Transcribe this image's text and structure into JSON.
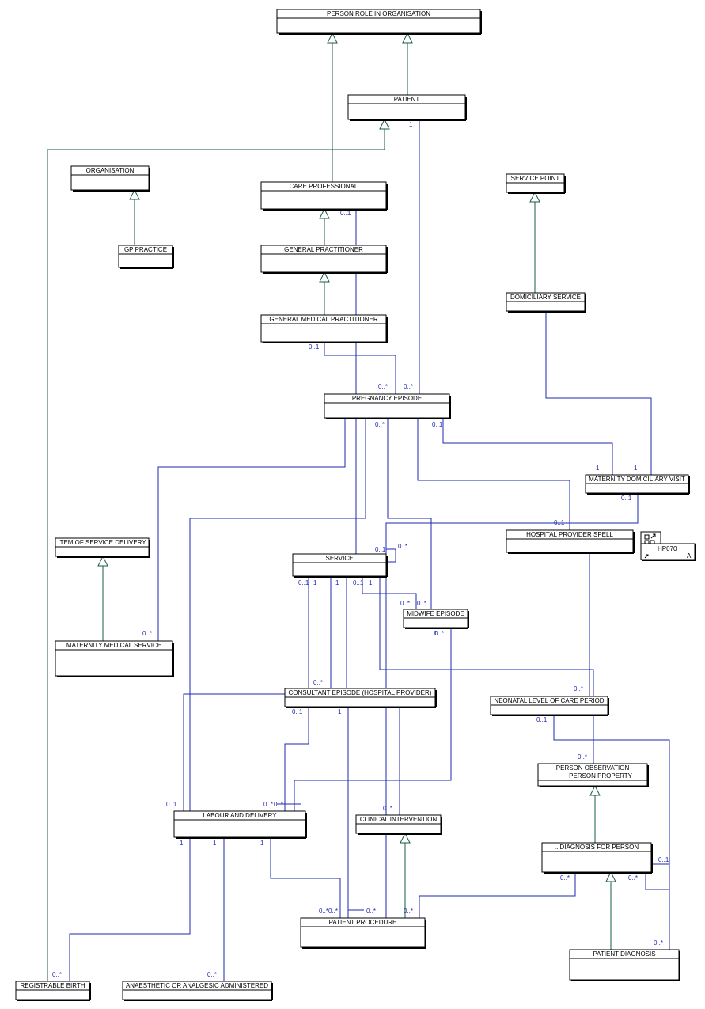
{
  "classes": [
    {
      "id": "person_role",
      "lines": [
        "PERSON ROLE IN ORGANISATION"
      ]
    },
    {
      "id": "patient",
      "lines": [
        "PATIENT"
      ]
    },
    {
      "id": "organisation",
      "lines": [
        "ORGANISATION"
      ]
    },
    {
      "id": "care_professional",
      "lines": [
        "CARE PROFESSIONAL"
      ]
    },
    {
      "id": "service_point",
      "lines": [
        "SERVICE POINT"
      ]
    },
    {
      "id": "gp_practice",
      "lines": [
        "GP PRACTICE"
      ]
    },
    {
      "id": "general_practitioner",
      "lines": [
        "GENERAL PRACTITIONER"
      ]
    },
    {
      "id": "domiciliary_service",
      "lines": [
        "DOMICILIARY SERVICE"
      ]
    },
    {
      "id": "gmp",
      "lines": [
        "GENERAL MEDICAL PRACTITIONER"
      ]
    },
    {
      "id": "pregnancy_episode",
      "lines": [
        "PREGNANCY EPISODE"
      ]
    },
    {
      "id": "maternity_dom_visit",
      "lines": [
        "MATERNITY DOMICILIARY VISIT"
      ]
    },
    {
      "id": "hospital_spell",
      "lines": [
        "HOSPITAL PROVIDER SPELL"
      ]
    },
    {
      "id": "item_service_delivery",
      "lines": [
        "ITEM OF SERVICE DELIVERY"
      ]
    },
    {
      "id": "service",
      "lines": [
        "SERVICE"
      ]
    },
    {
      "id": "midwife_episode",
      "lines": [
        "MIDWIFE EPISODE"
      ]
    },
    {
      "id": "maternity_medical_service",
      "lines": [
        "MATERNITY MEDICAL SERVICE"
      ]
    },
    {
      "id": "consultant_episode",
      "lines": [
        "CONSULTANT EPISODE (HOSPITAL PROVIDER)"
      ]
    },
    {
      "id": "neonatal",
      "lines": [
        "NEONATAL LEVEL OF CARE PERIOD"
      ]
    },
    {
      "id": "person_observation",
      "lines": [
        "PERSON OBSERVATION",
        "PERSON PROPERTY"
      ]
    },
    {
      "id": "labour_delivery",
      "lines": [
        "LABOUR AND DELIVERY"
      ]
    },
    {
      "id": "clinical_intervention",
      "lines": [
        "CLINICAL INTERVENTION"
      ]
    },
    {
      "id": "diagnosis_for_person",
      "lines": [
        "...DIAGNOSIS FOR PERSON"
      ]
    },
    {
      "id": "patient_procedure",
      "lines": [
        "PATIENT PROCEDURE"
      ]
    },
    {
      "id": "patient_diagnosis",
      "lines": [
        "PATIENT DIAGNOSIS"
      ]
    },
    {
      "id": "registrable_birth",
      "lines": [
        "REGISTRABLE BIRTH"
      ]
    },
    {
      "id": "anaesthetic",
      "lines": [
        "ANAESTHETIC OR ANALGESIC ADMINISTERED"
      ]
    }
  ],
  "multiplicities": [
    "1",
    "0..1",
    "0..1",
    "0..*",
    "0..*",
    "1",
    "1",
    "0..1",
    "0..1",
    "0..1",
    "0..*",
    "0..*",
    "0..*",
    "0..*",
    "0..*",
    "1",
    "0..1",
    "1",
    "0..1",
    "1",
    "1",
    "0..*",
    "0..*",
    "0..1",
    "0..*",
    "0..1",
    "1",
    "0..*",
    "0..1",
    "0..*",
    "0..*",
    "0..*",
    "0..*",
    "0..1",
    "1",
    "1",
    "1",
    "0..*",
    "0..*",
    "0..*",
    "0..*",
    "0..*",
    "0..1",
    "0..*",
    "0..*",
    "0..*"
  ],
  "stamp": {
    "code": "HP070",
    "symbol": "A"
  },
  "colors": {
    "association": "#1f2ab0",
    "generalization": "#1a5e46",
    "class_border": "#000000"
  }
}
